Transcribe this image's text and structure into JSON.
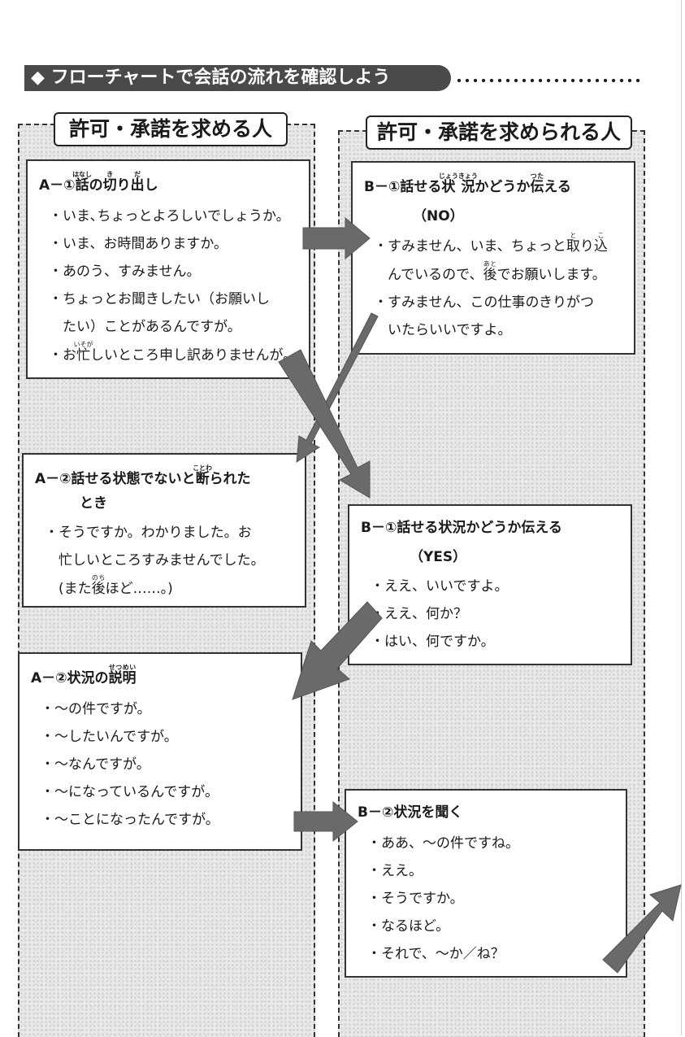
{
  "title": "◆ フローチャートで会話の流れを確認しよう",
  "columns": {
    "left_header": "許可・承諾を求める人",
    "right_header": "許可・承諾を求められる人"
  },
  "boxes": {
    "a1": {
      "heading": [
        {
          "t": "A－①"
        },
        {
          "t": "話",
          "r": "はなし"
        },
        {
          "t": "の"
        },
        {
          "t": "切",
          "r": "き"
        },
        {
          "t": "り"
        },
        {
          "t": "出",
          "r": "だ"
        },
        {
          "t": "し"
        }
      ],
      "items": [
        "・いま､ちょっとよろしいでしょうか。",
        "・いま、お時間ありますか。",
        "・あのう、すみません。",
        "・ちょっとお聞きしたい（お願いし",
        "　たい）ことがあるんですが。"
      ],
      "last_item": [
        {
          "t": "・お"
        },
        {
          "t": "忙",
          "r": "いそが"
        },
        {
          "t": "しいところ申し訳ありませんが。"
        }
      ]
    },
    "b1_no": {
      "heading": [
        {
          "t": "B－①話せる"
        },
        {
          "t": "状況",
          "r": "じょうきょう"
        },
        {
          "t": "かどうか"
        },
        {
          "t": "伝",
          "r": "つた"
        },
        {
          "t": "える"
        }
      ],
      "sub": "（NO）",
      "items": [
        [
          {
            "t": "・すみません、いま、ちょっと"
          },
          {
            "t": "取",
            "r": "と"
          },
          {
            "t": "り"
          },
          {
            "t": "込",
            "r": "こ"
          }
        ],
        [
          {
            "t": "　んでいるので、"
          },
          {
            "t": "後",
            "r": "あと"
          },
          {
            "t": "でお願いします。"
          }
        ],
        [
          {
            "t": "・すみません、この仕事のきりがつ"
          }
        ],
        [
          {
            "t": "　いたらいいですよ。"
          }
        ]
      ]
    },
    "a2_refused": {
      "heading": [
        {
          "t": "A－②話せる状態でないと"
        },
        {
          "t": "断",
          "r": "ことわ"
        },
        {
          "t": "られた"
        }
      ],
      "sub": "とき",
      "items": [
        [
          {
            "t": "・そうですか。わかりました。お"
          }
        ],
        [
          {
            "t": "　忙しいところすみませんでした。"
          }
        ],
        [
          {
            "t": "　(また"
          },
          {
            "t": "後",
            "r": "のち"
          },
          {
            "t": "ほど……。)"
          }
        ]
      ]
    },
    "b1_yes": {
      "heading": [
        {
          "t": "B－①話せる状況かどうか伝える"
        }
      ],
      "sub": "（YES）",
      "items": [
        "・ええ、いいですよ。",
        "・ええ、何か？",
        "・はい、何ですか。"
      ]
    },
    "a2_explain": {
      "heading": [
        {
          "t": "A－②状況の"
        },
        {
          "t": "説明",
          "r": "せつめい"
        }
      ],
      "items": [
        "・～の件ですが。",
        "・～したいんですが。",
        "・～なんですが。",
        "・～になっているんですが。",
        "・～ことになったんですが。"
      ]
    },
    "b2": {
      "heading": [
        {
          "t": "B－②状況を聞く"
        }
      ],
      "items": [
        "・ああ、～の件ですね。",
        "・ええ。",
        "・そうですか。",
        "・なるほど。",
        "・それで、～か／ね？"
      ]
    }
  },
  "colors": {
    "arrow": "#6a6a6a",
    "titlebar": "#4a4a4a"
  }
}
